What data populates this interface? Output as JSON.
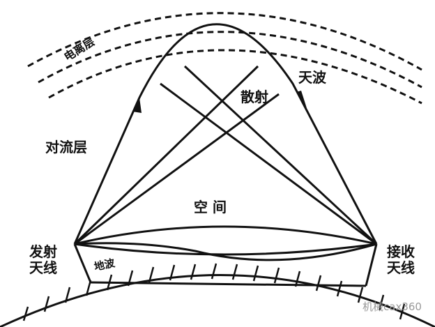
{
  "labels": {
    "ionosphere": "电离层",
    "sky_wave": "天波",
    "scatter": "散射",
    "troposphere": "对流层",
    "space": "空 间",
    "transmit_antenna_line1": "发射",
    "transmit_antenna_line2": "天线",
    "receive_antenna_line1": "接收",
    "receive_antenna_line2": "天线",
    "ground_wave": "地波"
  },
  "watermark": "机械cax360"
}
